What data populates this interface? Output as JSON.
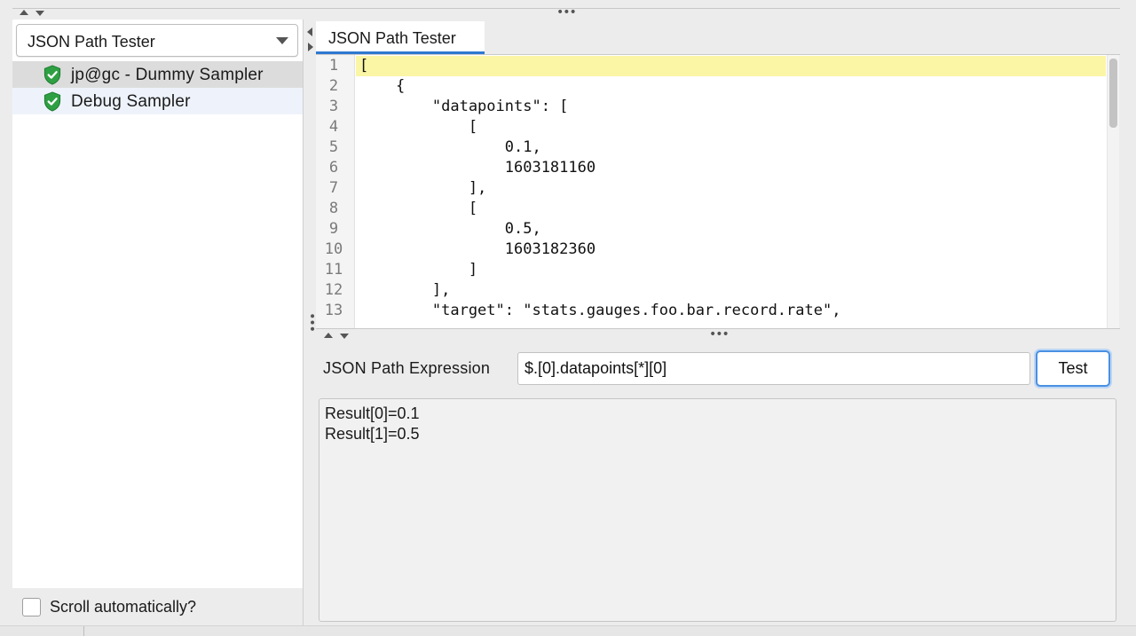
{
  "left_panel": {
    "selector_value": "JSON Path Tester",
    "tree_items": [
      {
        "label": "jp@gc - Dummy Sampler",
        "icon": "shield-check-icon",
        "selected": true
      },
      {
        "label": "Debug Sampler",
        "icon": "shield-check-icon",
        "selected": false
      }
    ],
    "scroll_auto_label": "Scroll automatically?"
  },
  "tab": {
    "label": "JSON Path Tester"
  },
  "editor": {
    "line_numbers": [
      "1",
      "2",
      "3",
      "4",
      "5",
      "6",
      "7",
      "8",
      "9",
      "10",
      "11",
      "12",
      "13"
    ],
    "lines": [
      "[",
      "    {",
      "        \"datapoints\": [",
      "            [",
      "                0.1,",
      "                1603181160",
      "            ],",
      "            [",
      "                0.5,",
      "                1603182360",
      "            ]",
      "        ],",
      "        \"target\": \"stats.gauges.foo.bar.record.rate\","
    ],
    "highlight_color": "#fbf5a6"
  },
  "expression": {
    "label": "JSON Path Expression",
    "value": "$.[0].datapoints[*][0]",
    "test_label": "Test"
  },
  "result": {
    "lines": [
      "Result[0]=0.1",
      "Result[1]=0.5"
    ]
  },
  "colors": {
    "accent": "#2e78d1",
    "shield_green": "#2ea043",
    "selected_row": "#dcdcdc"
  }
}
